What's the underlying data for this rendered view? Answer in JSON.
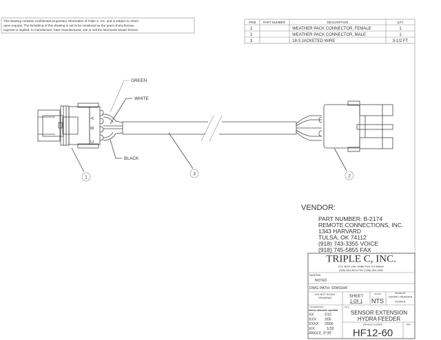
{
  "notice": {
    "lines": [
      "This drawing contains confidential proprietary information of Triple C, Inc. and is subject to return",
      "upon request.  The furnishing of this drawing is not to be construed as the grant of any license,",
      "express or implied, to manufacture, have manufactured, use or sell the structures shown hereon."
    ]
  },
  "bom": {
    "headers": [
      "ITEM",
      "PART NUMBER",
      "DESCRIPTION",
      "QTY"
    ],
    "rows": [
      {
        "item": "1",
        "part": "",
        "desc": "WEATHER PACK CONNECTOR, FEMALE",
        "qty": "1"
      },
      {
        "item": "2",
        "part": "",
        "desc": "WEATHER PACK CONNECTOR, MALE",
        "qty": "1"
      },
      {
        "item": "3",
        "part": "",
        "desc": "18-3 JACKETED WIRE",
        "qty": "3-1/2 FT"
      }
    ]
  },
  "drawing": {
    "wire_labels": [
      "GREEN",
      "WHITE",
      "BLACK"
    ],
    "pin_labels": [
      "A",
      "B",
      "C"
    ],
    "callouts": [
      "1",
      "3",
      "2"
    ]
  },
  "vendor": {
    "heading": "VENDOR:",
    "lines": [
      "PART NUMBER:  B-2174",
      "REMOTE CONNECTIONS, INC.",
      "1343 HARVARD",
      "TULSA, OK  74112",
      "(918) 743-3355 VOICE",
      "(918) 745-5855 FAX"
    ]
  },
  "title_block": {
    "company": "TRIPLE C, INC.",
    "address": "P.O. BOX 248,  SABETHA, KS 66534",
    "phones": "(785) 284-3674    FAX (785) 284-3931",
    "material_label": "MATERIAL",
    "material": "NOTED",
    "dwg_path": "DWG PATH:  \\DWG\\HF",
    "do_not_scale": [
      "DO NOT SCALE",
      "DRAWING"
    ],
    "sheet_label": "SHEET",
    "sheet": "1 OF 1",
    "scale_label": "SCALE",
    "scale": "NTS",
    "drawn_by_label": "DRAWN BY",
    "drawn_by": "CEDRIC HENIGER",
    "date": "02/09/01",
    "tolerances_label": "TOLERANCES",
    "tolerances_note": "Unless otherwise specified",
    "tolerances": [
      {
        "k": "XX",
        "v": ".010"
      },
      {
        "k": "XXX",
        "v": ".005"
      },
      {
        "k": "XXXX",
        "v": ".0005"
      },
      {
        "k": "X/X",
        "v": "1/32"
      },
      {
        "k": "ANGLE",
        "v": "0°30'"
      }
    ],
    "title_label": "TITLE",
    "title": [
      "SENSOR EXTENSION",
      "HYDRA FEEDER"
    ],
    "drawing_number_label": "DRAWING NUMBER",
    "drawing_number": "HF12-60",
    "rev_label": "REV"
  }
}
